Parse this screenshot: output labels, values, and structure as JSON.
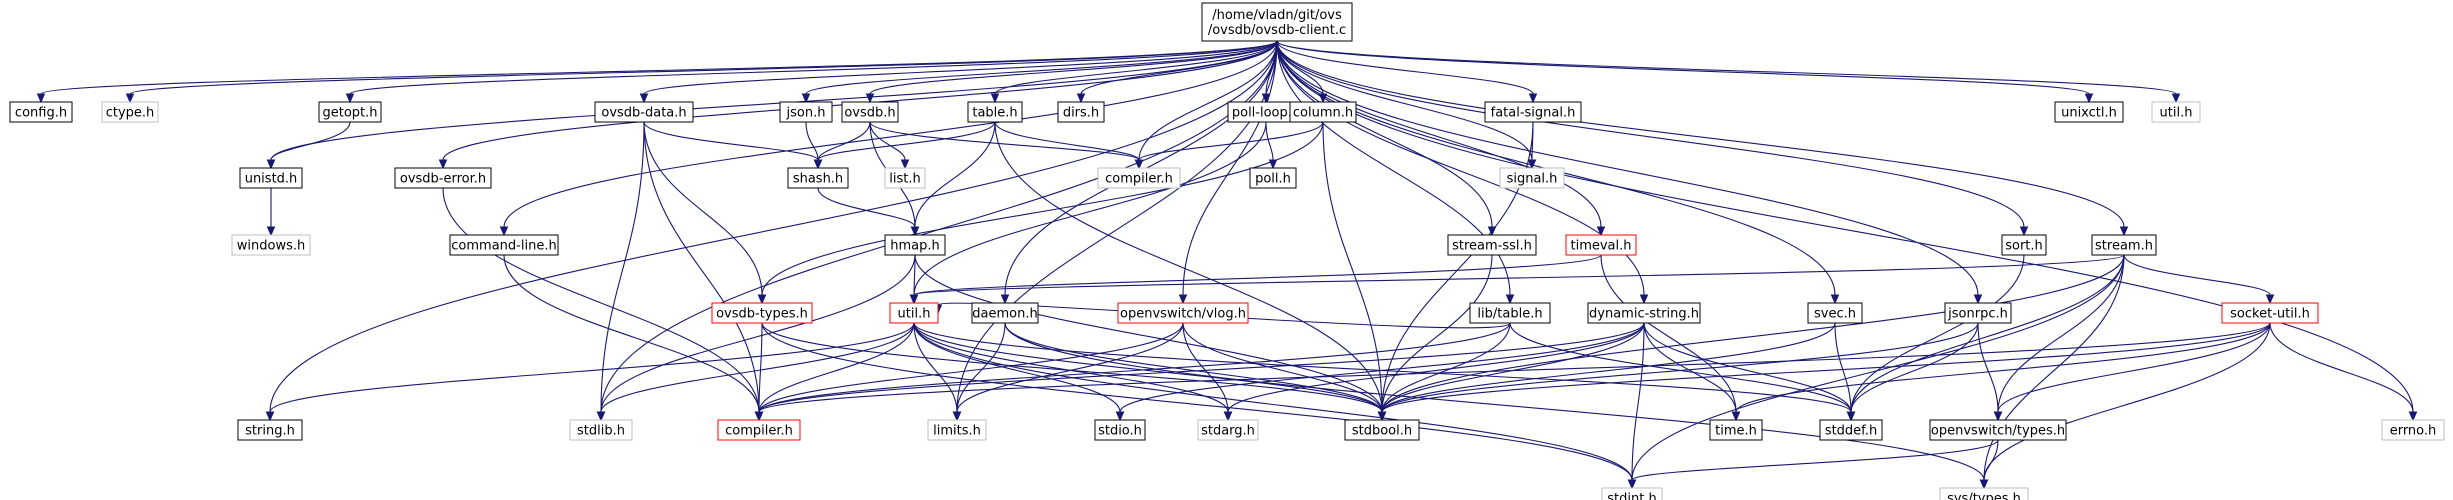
{
  "colors": {
    "edge": "#191970",
    "root_fill": "#bfbfbf",
    "normal_border": "#000000",
    "missing_border": "#bfbfbf",
    "missing_text": "#9a9a9a",
    "undocumented_border": "#ff0000"
  },
  "nodes": [
    {
      "id": "root",
      "lines": [
        "/home/vladn/git/ovs",
        "/ovsdb/ovsdb-client.c"
      ],
      "style": "root"
    },
    {
      "id": "config_h",
      "lines": [
        "config.h"
      ],
      "style": "normal"
    },
    {
      "id": "ctype_h",
      "lines": [
        "ctype.h"
      ],
      "style": "missing"
    },
    {
      "id": "unistd_h",
      "lines": [
        "unistd.h"
      ],
      "style": "normal"
    },
    {
      "id": "getopt_h",
      "lines": [
        "getopt.h"
      ],
      "style": "normal"
    },
    {
      "id": "windows_h",
      "lines": [
        "windows.h"
      ],
      "style": "missing"
    },
    {
      "id": "ovsdb_error_h",
      "lines": [
        "ovsdb-error.h"
      ],
      "style": "normal"
    },
    {
      "id": "command_line_h",
      "lines": [
        "command-line.h"
      ],
      "style": "normal"
    },
    {
      "id": "string_h",
      "lines": [
        "string.h"
      ],
      "style": "normal"
    },
    {
      "id": "ovsdb_data_h",
      "lines": [
        "ovsdb-data.h"
      ],
      "style": "normal"
    },
    {
      "id": "stdlib_h",
      "lines": [
        "stdlib.h"
      ],
      "style": "missing"
    },
    {
      "id": "ovsdb_types_h",
      "lines": [
        "ovsdb-types.h"
      ],
      "style": "undocumented"
    },
    {
      "id": "compiler_h",
      "lines": [
        "compiler.h"
      ],
      "style": "undocumented"
    },
    {
      "id": "json_h",
      "lines": [
        "json.h"
      ],
      "style": "normal"
    },
    {
      "id": "ovsdb_h",
      "lines": [
        "ovsdb.h"
      ],
      "style": "normal"
    },
    {
      "id": "list_h",
      "lines": [
        "list.h"
      ],
      "style": "missing"
    },
    {
      "id": "shash_h",
      "lines": [
        "shash.h"
      ],
      "style": "normal"
    },
    {
      "id": "table_h",
      "lines": [
        "table.h"
      ],
      "style": "normal"
    },
    {
      "id": "hmap_h",
      "lines": [
        "hmap.h"
      ],
      "style": "normal"
    },
    {
      "id": "util_h",
      "lines": [
        "util.h"
      ],
      "style": "undocumented"
    },
    {
      "id": "limits_h",
      "lines": [
        "limits.h"
      ],
      "style": "missing"
    },
    {
      "id": "daemon_h",
      "lines": [
        "daemon.h"
      ],
      "style": "normal"
    },
    {
      "id": "dirs_h",
      "lines": [
        "dirs.h"
      ],
      "style": "normal"
    },
    {
      "id": "compiler_h2",
      "lines": [
        "compiler.h"
      ],
      "style": "missing"
    },
    {
      "id": "poll_loop_h",
      "lines": [
        "poll-loop.h"
      ],
      "style": "normal"
    },
    {
      "id": "poll_h",
      "lines": [
        "poll.h"
      ],
      "style": "normal"
    },
    {
      "id": "column_h",
      "lines": [
        "column.h"
      ],
      "style": "normal"
    },
    {
      "id": "vlog_h",
      "lines": [
        "openvswitch/vlog.h"
      ],
      "style": "undocumented"
    },
    {
      "id": "stdio_h",
      "lines": [
        "stdio.h"
      ],
      "style": "normal"
    },
    {
      "id": "stdarg_h",
      "lines": [
        "stdarg.h"
      ],
      "style": "missing"
    },
    {
      "id": "stdbool_h",
      "lines": [
        "stdbool.h"
      ],
      "style": "normal"
    },
    {
      "id": "fatal_signal_h",
      "lines": [
        "fatal-signal.h"
      ],
      "style": "normal"
    },
    {
      "id": "signal_h",
      "lines": [
        "signal.h"
      ],
      "style": "missing"
    },
    {
      "id": "stream_ssl_h",
      "lines": [
        "stream-ssl.h"
      ],
      "style": "normal"
    },
    {
      "id": "timeval_h",
      "lines": [
        "timeval.h"
      ],
      "style": "undocumented"
    },
    {
      "id": "lib_table_h",
      "lines": [
        "lib/table.h"
      ],
      "style": "normal"
    },
    {
      "id": "dynamic_string_h",
      "lines": [
        "dynamic-string.h"
      ],
      "style": "normal"
    },
    {
      "id": "stdint_h",
      "lines": [
        "stdint.h"
      ],
      "style": "missing"
    },
    {
      "id": "time_h",
      "lines": [
        "time.h"
      ],
      "style": "normal"
    },
    {
      "id": "svec_h",
      "lines": [
        "svec.h"
      ],
      "style": "normal"
    },
    {
      "id": "stddef_h",
      "lines": [
        "stddef.h"
      ],
      "style": "normal"
    },
    {
      "id": "jsonrpc_h",
      "lines": [
        "jsonrpc.h"
      ],
      "style": "normal"
    },
    {
      "id": "ovs_types_h",
      "lines": [
        "openvswitch/types.h"
      ],
      "style": "normal"
    },
    {
      "id": "sys_types_h",
      "lines": [
        "sys/types.h"
      ],
      "style": "missing"
    },
    {
      "id": "sort_h",
      "lines": [
        "sort.h"
      ],
      "style": "normal"
    },
    {
      "id": "stream_h",
      "lines": [
        "stream.h"
      ],
      "style": "normal"
    },
    {
      "id": "socket_util_h",
      "lines": [
        "socket-util.h"
      ],
      "style": "undocumented"
    },
    {
      "id": "errno_h",
      "lines": [
        "errno.h"
      ],
      "style": "missing"
    },
    {
      "id": "unixctl_h",
      "lines": [
        "unixctl.h"
      ],
      "style": "normal"
    },
    {
      "id": "util_h2",
      "lines": [
        "util.h"
      ],
      "style": "missing"
    }
  ],
  "edges": [
    [
      "root",
      "config_h"
    ],
    [
      "root",
      "ctype_h"
    ],
    [
      "root",
      "unistd_h"
    ],
    [
      "root",
      "getopt_h"
    ],
    [
      "root",
      "ovsdb_error_h"
    ],
    [
      "root",
      "command_line_h"
    ],
    [
      "root",
      "string_h"
    ],
    [
      "root",
      "stdlib_h"
    ],
    [
      "root",
      "ovsdb_data_h"
    ],
    [
      "root",
      "json_h"
    ],
    [
      "root",
      "ovsdb_h"
    ],
    [
      "root",
      "table_h"
    ],
    [
      "root",
      "dirs_h"
    ],
    [
      "root",
      "compiler_h2"
    ],
    [
      "root",
      "poll_loop_h"
    ],
    [
      "root",
      "column_h"
    ],
    [
      "root",
      "limits_h"
    ],
    [
      "root",
      "daemon_h"
    ],
    [
      "root",
      "fatal_signal_h"
    ],
    [
      "root",
      "signal_h"
    ],
    [
      "root",
      "stream_ssl_h"
    ],
    [
      "root",
      "timeval_h"
    ],
    [
      "root",
      "vlog_h"
    ],
    [
      "root",
      "lib_table_h"
    ],
    [
      "root",
      "dynamic_string_h"
    ],
    [
      "root",
      "svec_h"
    ],
    [
      "root",
      "jsonrpc_h"
    ],
    [
      "root",
      "sort_h"
    ],
    [
      "root",
      "stream_h"
    ],
    [
      "root",
      "unixctl_h"
    ],
    [
      "root",
      "util_h2"
    ],
    [
      "root",
      "errno_h"
    ],
    [
      "getopt_h",
      "unistd_h"
    ],
    [
      "unistd_h",
      "windows_h"
    ],
    [
      "ovsdb_error_h",
      "compiler_h"
    ],
    [
      "command_line_h",
      "compiler_h"
    ],
    [
      "ovsdb_data_h",
      "shash_h"
    ],
    [
      "ovsdb_data_h",
      "ovsdb_types_h"
    ],
    [
      "ovsdb_data_h",
      "stdlib_h"
    ],
    [
      "ovsdb_data_h",
      "compiler_h"
    ],
    [
      "ovsdb_types_h",
      "compiler_h"
    ],
    [
      "ovsdb_types_h",
      "stdbool_h"
    ],
    [
      "ovsdb_types_h",
      "stdint_h"
    ],
    [
      "json_h",
      "shash_h"
    ],
    [
      "ovsdb_h",
      "shash_h"
    ],
    [
      "ovsdb_h",
      "list_h"
    ],
    [
      "ovsdb_h",
      "hmap_h"
    ],
    [
      "ovsdb_h",
      "compiler_h2"
    ],
    [
      "table_h",
      "shash_h"
    ],
    [
      "table_h",
      "compiler_h2"
    ],
    [
      "table_h",
      "hmap_h"
    ],
    [
      "table_h",
      "stdbool_h"
    ],
    [
      "shash_h",
      "hmap_h"
    ],
    [
      "hmap_h",
      "util_h"
    ],
    [
      "hmap_h",
      "stdlib_h"
    ],
    [
      "hmap_h",
      "stdbool_h"
    ],
    [
      "util_h",
      "string_h"
    ],
    [
      "util_h",
      "stdlib_h"
    ],
    [
      "util_h",
      "compiler_h"
    ],
    [
      "util_h",
      "limits_h"
    ],
    [
      "util_h",
      "stdio_h"
    ],
    [
      "util_h",
      "stdarg_h"
    ],
    [
      "util_h",
      "stdbool_h"
    ],
    [
      "util_h",
      "stdint_h"
    ],
    [
      "util_h",
      "stddef_h"
    ],
    [
      "daemon_h",
      "limits_h"
    ],
    [
      "daemon_h",
      "stdbool_h"
    ],
    [
      "daemon_h",
      "sys_types_h"
    ],
    [
      "poll_loop_h",
      "poll_h"
    ],
    [
      "poll_loop_h",
      "util_h"
    ],
    [
      "column_h",
      "compiler_h2"
    ],
    [
      "column_h",
      "ovsdb_types_h"
    ],
    [
      "column_h",
      "stdbool_h"
    ],
    [
      "vlog_h",
      "limits_h"
    ],
    [
      "vlog_h",
      "stdarg_h"
    ],
    [
      "vlog_h",
      "stdbool_h"
    ],
    [
      "vlog_h",
      "compiler_h"
    ],
    [
      "fatal_signal_h",
      "signal_h"
    ],
    [
      "fatal_signal_h",
      "stdbool_h"
    ],
    [
      "stream_ssl_h",
      "stdbool_h"
    ],
    [
      "timeval_h",
      "util_h"
    ],
    [
      "timeval_h",
      "time_h"
    ],
    [
      "lib_table_h",
      "compiler_h"
    ],
    [
      "lib_table_h",
      "stdbool_h"
    ],
    [
      "lib_table_h",
      "stddef_h"
    ],
    [
      "lib_table_h",
      "util_h"
    ],
    [
      "dynamic_string_h",
      "stdarg_h"
    ],
    [
      "dynamic_string_h",
      "stdbool_h"
    ],
    [
      "dynamic_string_h",
      "stddef_h"
    ],
    [
      "dynamic_string_h",
      "stdint_h"
    ],
    [
      "dynamic_string_h",
      "stdio_h"
    ],
    [
      "dynamic_string_h",
      "compiler_h"
    ],
    [
      "dynamic_string_h",
      "time_h"
    ],
    [
      "svec_h",
      "stdbool_h"
    ],
    [
      "svec_h",
      "stddef_h"
    ],
    [
      "jsonrpc_h",
      "stdbool_h"
    ],
    [
      "jsonrpc_h",
      "stddef_h"
    ],
    [
      "jsonrpc_h",
      "ovs_types_h"
    ],
    [
      "sort_h",
      "stddef_h"
    ],
    [
      "stream_h",
      "stdbool_h"
    ],
    [
      "stream_h",
      "stddef_h"
    ],
    [
      "stream_h",
      "stdint_h"
    ],
    [
      "stream_h",
      "ovs_types_h"
    ],
    [
      "stream_h",
      "socket_util_h"
    ],
    [
      "stream_h",
      "sys_types_h"
    ],
    [
      "stream_h",
      "util_h"
    ],
    [
      "socket_util_h",
      "compiler_h"
    ],
    [
      "socket_util_h",
      "ovs_types_h"
    ],
    [
      "socket_util_h",
      "errno_h"
    ],
    [
      "socket_util_h",
      "sys_types_h"
    ],
    [
      "socket_util_h",
      "time_h"
    ],
    [
      "socket_util_h",
      "stdbool_h"
    ],
    [
      "ovs_types_h",
      "sys_types_h"
    ],
    [
      "ovs_types_h",
      "stdint_h"
    ]
  ]
}
